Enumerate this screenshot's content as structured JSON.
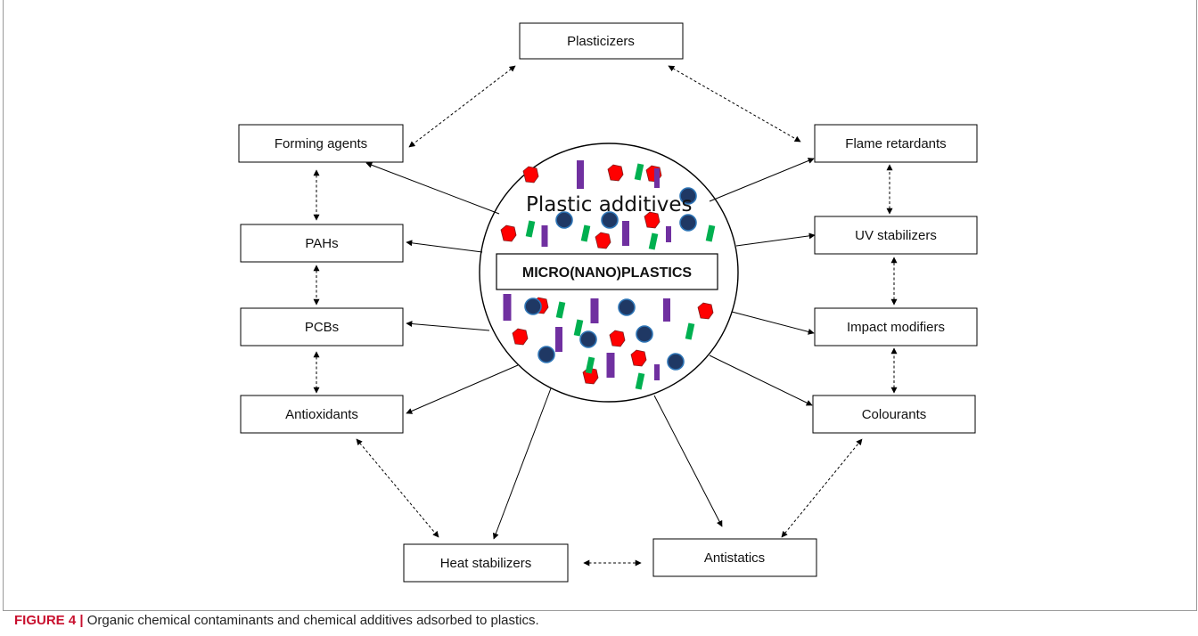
{
  "center": {
    "title": "Plastic additives",
    "box_label": "MICRO(NANO)PLASTICS"
  },
  "nodes": {
    "plasticizers": "Plasticizers",
    "forming_agents": "Forming agents",
    "pahs": "PAHs",
    "pcbs": "PCBs",
    "antioxidants": "Antioxidants",
    "heat_stabilizers": "Heat stabilizers",
    "antistatics": "Antistatics",
    "colourants": "Colourants",
    "impact_modifiers": "Impact modifiers",
    "uv_stabilizers": "UV stabilizers",
    "flame_retardants": "Flame retardants"
  },
  "caption": {
    "figure_number": "FIGURE 4",
    "separator": "|",
    "text": "Organic chemical contaminants and chemical additives adsorbed to plastics."
  },
  "colors": {
    "red_particle": "#ff0000",
    "purple_particle": "#7030a0",
    "green_particle": "#00b050",
    "blue_particle": "#1f3864",
    "blue_particle_outline": "#2e75b6",
    "caption_accent": "#c8102e"
  }
}
